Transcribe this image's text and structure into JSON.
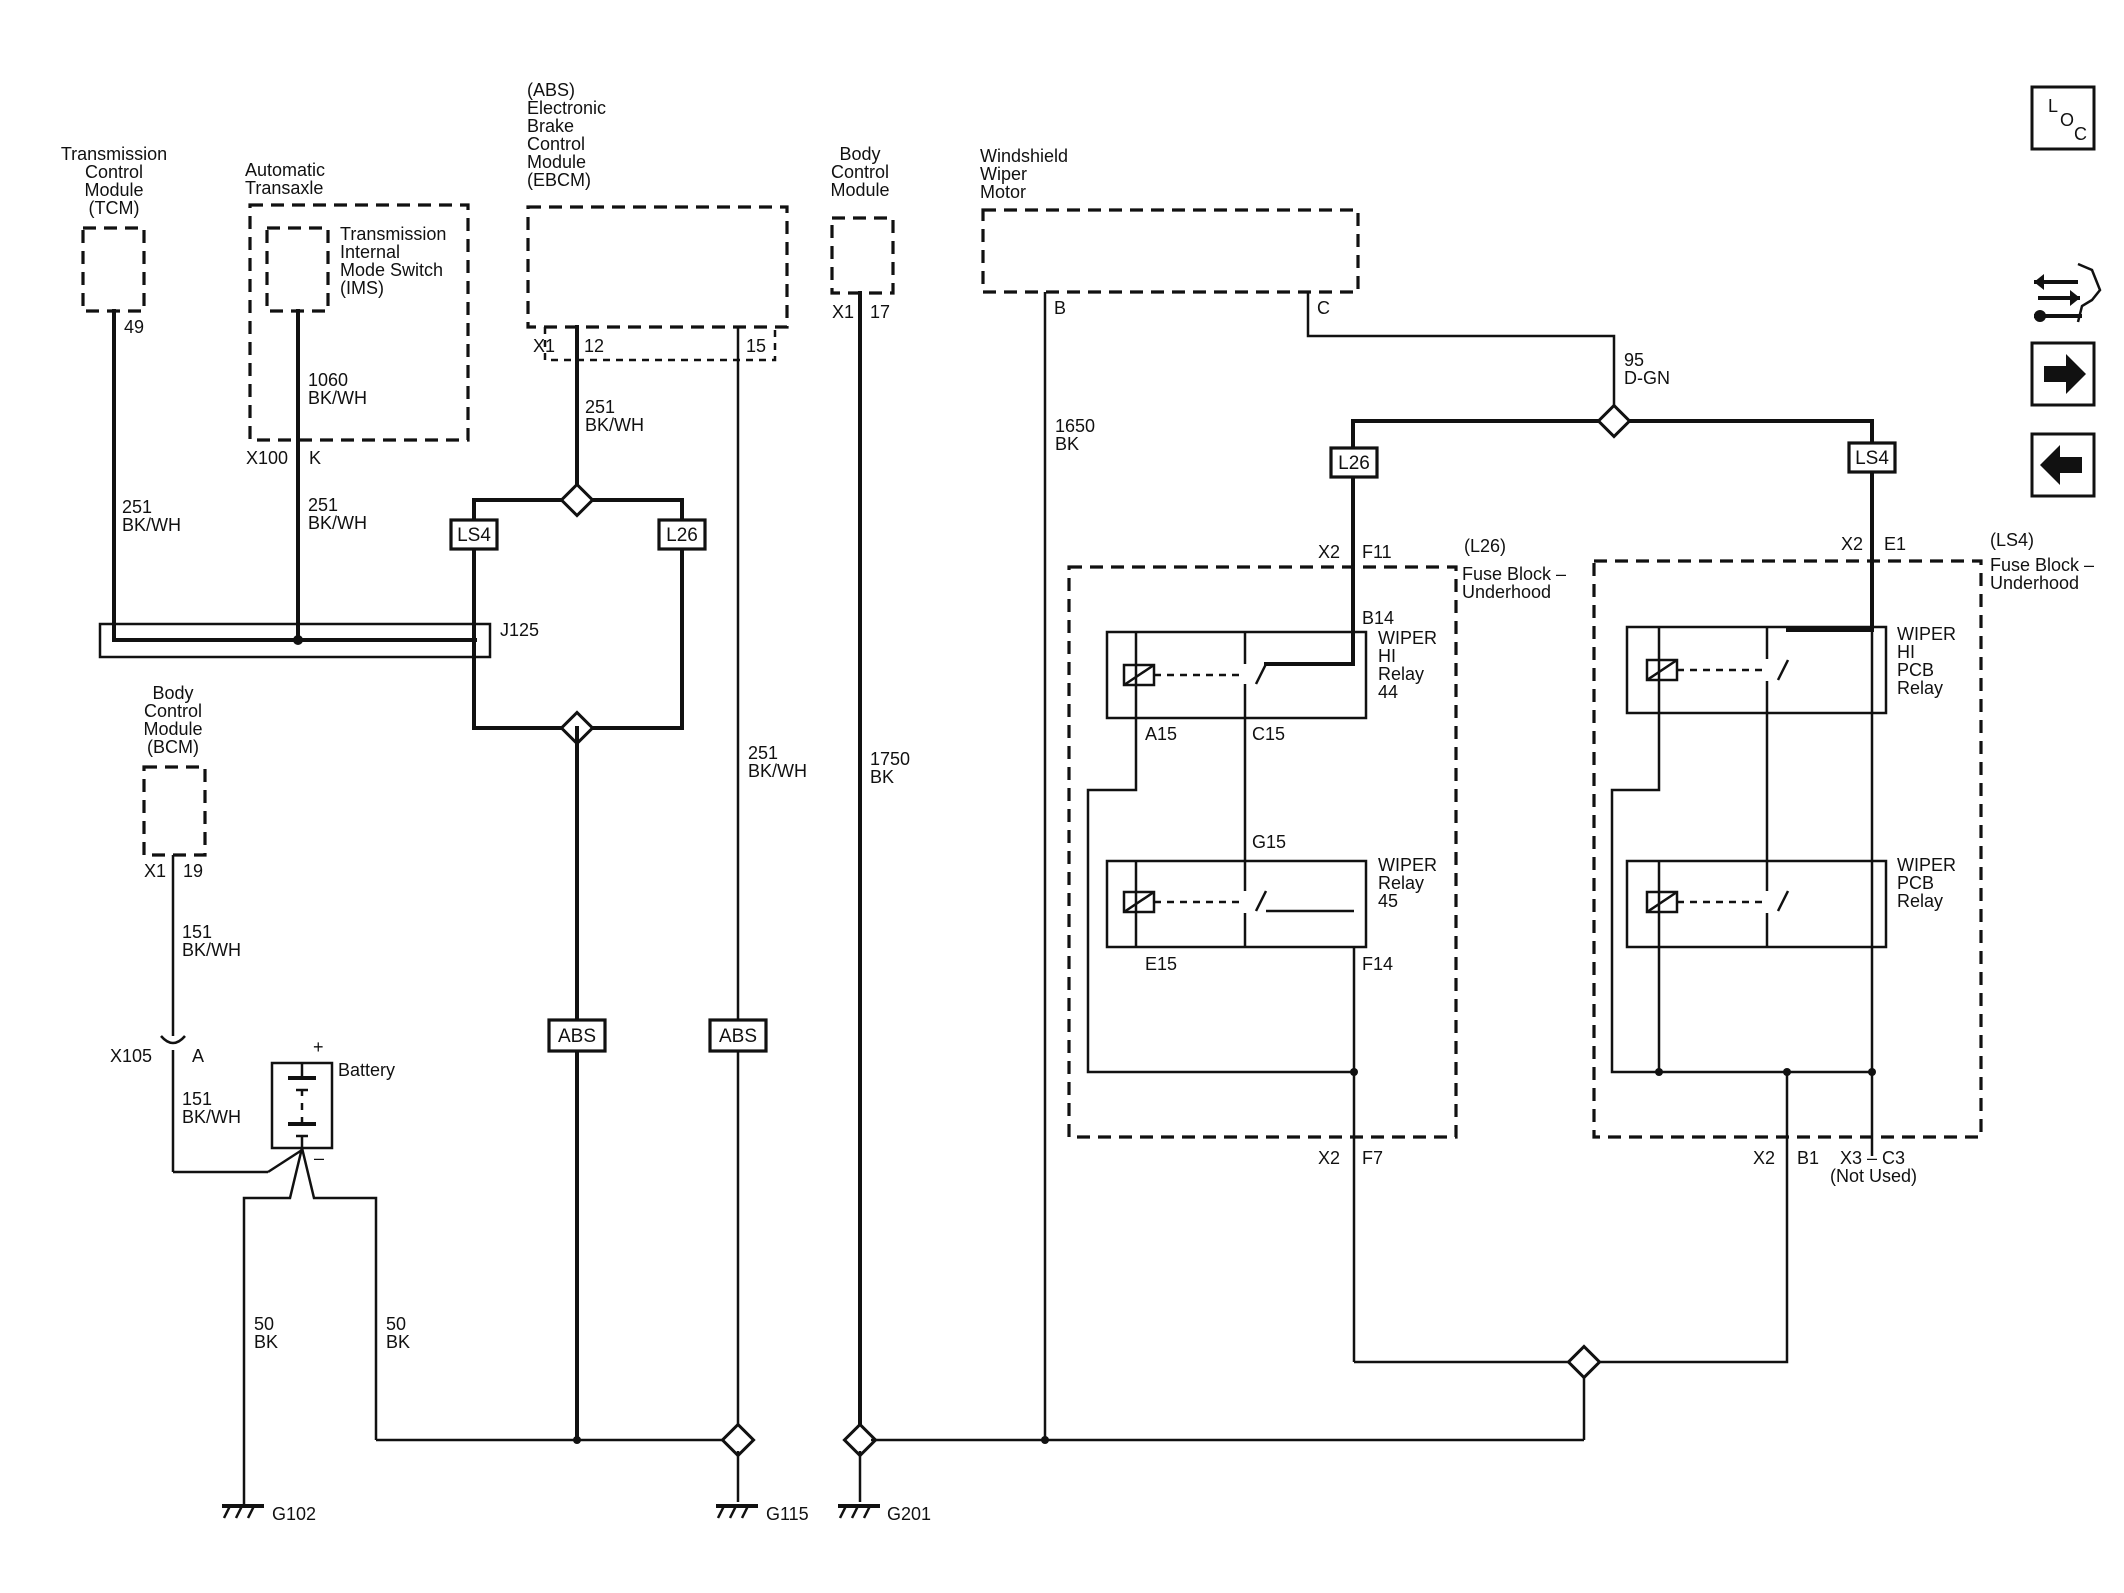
{
  "components": {
    "tcm": [
      "Transmission",
      "Control",
      "Module",
      "(TCM)"
    ],
    "transaxle": [
      "Automatic",
      "Transaxle"
    ],
    "ims": [
      "Transmission",
      "Internal",
      "Mode Switch",
      "(IMS)"
    ],
    "ebcm": [
      "(ABS)",
      "Electronic",
      "Brake",
      "Control",
      "Module",
      "(EBCM)"
    ],
    "bcm_top": [
      "Body",
      "Control",
      "Module"
    ],
    "wiper_motor": [
      "Windshield",
      "Wiper",
      "Motor"
    ],
    "bcm_left": [
      "Body",
      "Control",
      "Module",
      "(BCM)"
    ],
    "battery": "Battery",
    "fuse_l26": [
      "(L26)",
      "Fuse Block –",
      "Underhood"
    ],
    "fuse_ls4": [
      "(LS4)",
      "Fuse Block –",
      "Underhood"
    ],
    "relay_wiper_hi_44": [
      "WIPER",
      "HI",
      "Relay",
      "44"
    ],
    "relay_wiper_45": [
      "WIPER",
      "Relay",
      "45"
    ],
    "relay_wiper_hi_pcb": [
      "WIPER",
      "HI",
      "PCB",
      "Relay"
    ],
    "relay_wiper_pcb": [
      "WIPER",
      "PCB",
      "Relay"
    ]
  },
  "pins": {
    "tcm_49": "49",
    "ims_x100": "X100",
    "ims_k": "K",
    "ebcm_x1": "X1",
    "ebcm_12": "12",
    "ebcm_15": "15",
    "bcm_x1": "X1",
    "bcm_17": "17",
    "motor_b": "B",
    "motor_c": "C",
    "bcm_left_x1": "X1",
    "bcm_left_19": "19",
    "x105": "X105",
    "x105_a": "A",
    "l26_x2_top": "X2",
    "l26_f11": "F11",
    "l26_b14": "B14",
    "l26_a15": "A15",
    "l26_c15": "C15",
    "l26_g15": "G15",
    "l26_e15": "E15",
    "l26_f14": "F14",
    "l26_x2_bottom": "X2",
    "l26_f7": "F7",
    "ls4_x2_top": "X2",
    "ls4_e1": "E1",
    "ls4_x2_bottom": "X2",
    "ls4_b1": "B1",
    "ls4_x3c3": "X3 – C3",
    "ls4_not_used": "(Not Used)",
    "splice_j125": "J125",
    "battery_plus": "+",
    "battery_minus": "–"
  },
  "wires": {
    "w1060": [
      "1060",
      "BK/WH"
    ],
    "w251_tcm": [
      "251",
      "BK/WH"
    ],
    "w251_ims": [
      "251",
      "BK/WH"
    ],
    "w251_ebcm": [
      "251",
      "BK/WH"
    ],
    "w251_right": [
      "251",
      "BK/WH"
    ],
    "w1750": [
      "1750",
      "BK"
    ],
    "w1650": [
      "1650",
      "BK"
    ],
    "w95": [
      "95",
      "D-GN"
    ],
    "w151_top": [
      "151",
      "BK/WH"
    ],
    "w151_bottom": [
      "151",
      "BK/WH"
    ],
    "w50_left": [
      "50",
      "BK"
    ],
    "w50_right": [
      "50",
      "BK"
    ]
  },
  "option_tags": {
    "ls4_left": "LS4",
    "l26_left": "L26",
    "l26_right": "L26",
    "ls4_right": "LS4",
    "abs_1": "ABS",
    "abs_2": "ABS"
  },
  "grounds": {
    "g102": "G102",
    "g115": "G115",
    "g201": "G201"
  },
  "nav": {
    "loc_l": "L",
    "loc_o": "O",
    "loc_c": "C",
    "icons": [
      "component-locator-icon",
      "tools-icon",
      "next-arrow-icon",
      "previous-arrow-icon"
    ]
  }
}
